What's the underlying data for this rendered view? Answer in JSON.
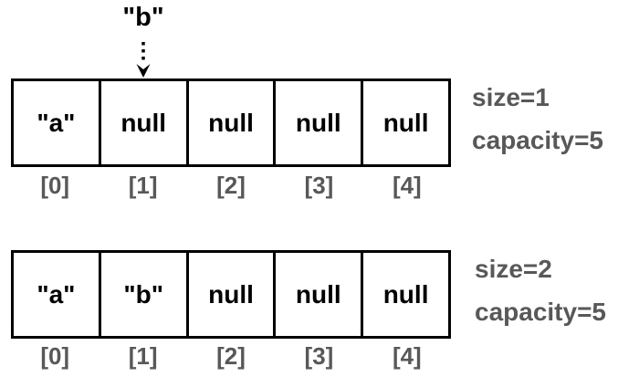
{
  "colors": {
    "background": "#ffffff",
    "cell_text": "#000000",
    "border": "#000000",
    "muted_label": "#58585a"
  },
  "pointer": {
    "label": "\"b\"",
    "target_index": "[1]"
  },
  "arrays": [
    {
      "cells": [
        "\"a\"",
        "null",
        "null",
        "null",
        "null"
      ],
      "indices": [
        "[0]",
        "[1]",
        "[2]",
        "[3]",
        "[4]"
      ],
      "size_label": "size=1",
      "capacity_label": "capacity=5"
    },
    {
      "cells": [
        "\"a\"",
        "\"b\"",
        "null",
        "null",
        "null"
      ],
      "indices": [
        "[0]",
        "[1]",
        "[2]",
        "[3]",
        "[4]"
      ],
      "size_label": "size=2",
      "capacity_label": "capacity=5"
    }
  ]
}
